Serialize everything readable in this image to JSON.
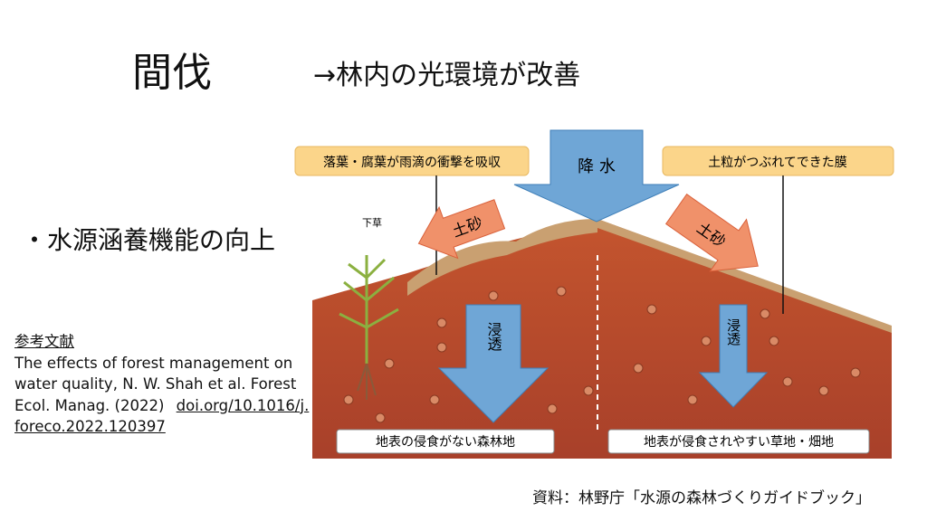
{
  "title": "間伐",
  "subtitle": "→林内の光環境が改善",
  "bullet": "・水源涵養機能の向上",
  "references": {
    "heading": "参考文献",
    "citation": "The effects of forest management on water quality, N. W. Shah et al. Forest Ecol. Manag. (2022)",
    "doi": "doi.org/10.1016/j.foreco.2022.120397"
  },
  "diagram": {
    "label_left_top": "落葉・腐葉が雨滴の衝撃を吸収",
    "label_right_top": "土粒がつぶれてできた膜",
    "rain": "降 水",
    "soil_left": "土砂",
    "soil_right": "土砂",
    "undergrowth": "下草",
    "infiltration": "浸透",
    "label_left_bottom": "地表の侵食がない森林地",
    "label_right_bottom": "地表が侵食されやすい草地・畑地",
    "colors": {
      "soil": "#b84a2a",
      "arrow_blue": "#6fa6d6",
      "arrow_orange": "#f0916a",
      "label_fill": "#fbd58a"
    }
  },
  "caption": "資料：林野庁「水源の森林づくりガイドブック」"
}
